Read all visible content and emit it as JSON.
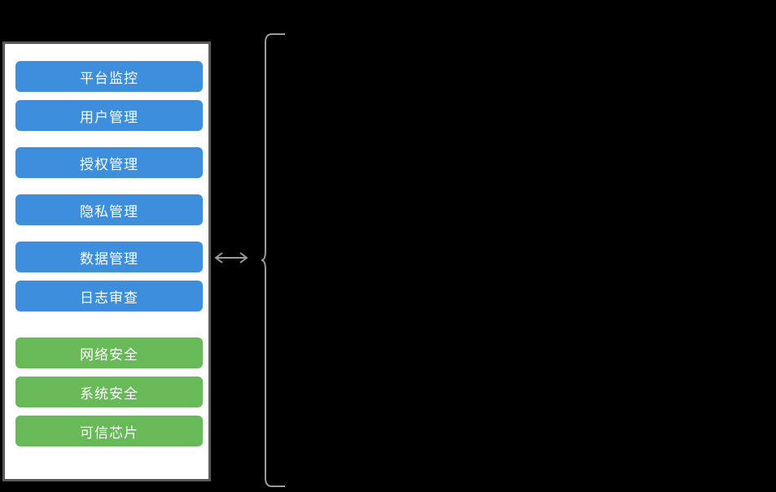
{
  "diagram": {
    "title": "",
    "colors": {
      "background": "#000000",
      "panel_fill": "#ffffff",
      "panel_border": "#595959",
      "chip_blue": "#3d8fdd",
      "chip_green": "#68b957",
      "chip_text": "#ffffff",
      "connector": "#9b9b9b"
    },
    "panel": {
      "groups": [
        {
          "name": "management-group",
          "color": "blue",
          "items": [
            {
              "label": "平台监控"
            },
            {
              "label": "用户管理"
            },
            {
              "label": "授权管理"
            },
            {
              "label": "隐私管理"
            },
            {
              "label": "数据管理"
            },
            {
              "label": "日志审查"
            }
          ]
        },
        {
          "name": "security-group",
          "color": "green",
          "items": [
            {
              "label": "网络安全"
            },
            {
              "label": "系统安全"
            },
            {
              "label": "可信芯片"
            }
          ]
        }
      ]
    },
    "connector": {
      "arrow_name": "double-arrow",
      "brace_name": "right-curly-brace"
    }
  }
}
